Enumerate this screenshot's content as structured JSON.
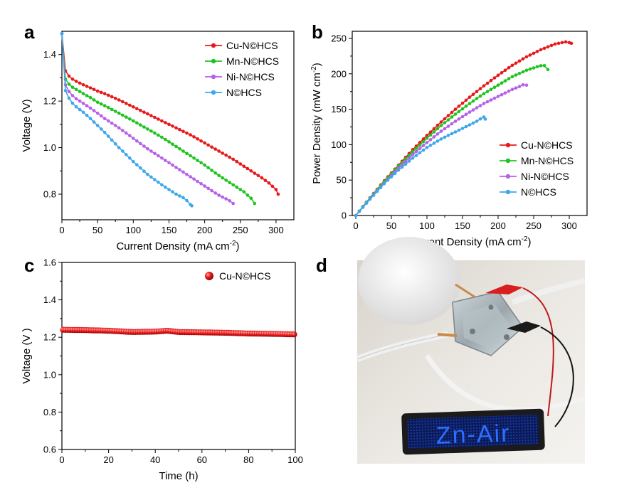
{
  "panel_letters": {
    "a": "a",
    "b": "b",
    "c": "c",
    "d": "d"
  },
  "chart_data": [
    {
      "id": "a",
      "type": "line",
      "xlabel": "Current Density (mA cm",
      "xlabel_sup": "-2",
      "xlabel_end": ")",
      "ylabel": "Voltage (V)",
      "xlim": [
        0,
        325
      ],
      "ylim": [
        0.69,
        1.5
      ],
      "xticks": [
        0,
        50,
        100,
        150,
        200,
        250,
        300
      ],
      "yticks": [
        0.8,
        1.0,
        1.2,
        1.4
      ],
      "ytick_labels": [
        "0.8",
        "1.0",
        "1.2",
        "1.4"
      ],
      "legend": "top-right",
      "series": [
        {
          "name": "Cu-N©HCS",
          "color": "#e8191b",
          "x": [
            0,
            1,
            2,
            3,
            5,
            8,
            12,
            20,
            30,
            40,
            50,
            60,
            80,
            100,
            120,
            140,
            160,
            180,
            200,
            220,
            240,
            260,
            280,
            290,
            300,
            303
          ],
          "y": [
            1.49,
            1.42,
            1.37,
            1.345,
            1.33,
            1.315,
            1.3,
            1.285,
            1.27,
            1.257,
            1.243,
            1.232,
            1.205,
            1.175,
            1.145,
            1.115,
            1.085,
            1.055,
            1.02,
            0.985,
            0.95,
            0.91,
            0.87,
            0.848,
            0.82,
            0.8
          ]
        },
        {
          "name": "Mn-N©HCS",
          "color": "#1ec41e",
          "x": [
            0,
            1,
            2,
            3,
            5,
            8,
            12,
            20,
            30,
            40,
            50,
            60,
            80,
            100,
            120,
            140,
            160,
            180,
            200,
            220,
            240,
            255,
            262,
            268,
            270
          ],
          "y": [
            1.49,
            1.4,
            1.34,
            1.315,
            1.295,
            1.28,
            1.265,
            1.25,
            1.232,
            1.215,
            1.195,
            1.18,
            1.148,
            1.115,
            1.08,
            1.045,
            1.005,
            0.965,
            0.925,
            0.88,
            0.84,
            0.81,
            0.79,
            0.775,
            0.76
          ]
        },
        {
          "name": "Ni-N©HCS",
          "color": "#b760e8",
          "x": [
            0,
            1,
            2,
            3,
            5,
            8,
            12,
            20,
            30,
            40,
            50,
            60,
            80,
            100,
            120,
            140,
            160,
            180,
            200,
            220,
            230,
            236,
            240
          ],
          "y": [
            1.49,
            1.38,
            1.31,
            1.29,
            1.27,
            1.25,
            1.232,
            1.21,
            1.19,
            1.17,
            1.148,
            1.125,
            1.085,
            1.04,
            0.995,
            0.955,
            0.915,
            0.875,
            0.835,
            0.795,
            0.78,
            0.77,
            0.76
          ]
        },
        {
          "name": "N©HCS",
          "color": "#3da7ea",
          "x": [
            0,
            1,
            2,
            3,
            5,
            8,
            12,
            20,
            30,
            40,
            50,
            60,
            80,
            100,
            120,
            140,
            160,
            170,
            176,
            180,
            182
          ],
          "y": [
            1.49,
            1.36,
            1.29,
            1.265,
            1.245,
            1.225,
            1.2,
            1.175,
            1.152,
            1.125,
            1.095,
            1.065,
            1.0,
            0.94,
            0.885,
            0.84,
            0.8,
            0.785,
            0.77,
            0.755,
            0.75
          ]
        }
      ]
    },
    {
      "id": "b",
      "type": "line",
      "xlabel": "Current Density (mA cm",
      "xlabel_sup": "-2",
      "xlabel_end": ")",
      "ylabel": "Power Density (mW cm",
      "ylabel_sup": "-2",
      "ylabel_end": ")",
      "xlim": [
        -5,
        325
      ],
      "ylim": [
        0,
        260
      ],
      "xticks": [
        0,
        50,
        100,
        150,
        200,
        250,
        300
      ],
      "yticks": [
        0,
        50,
        100,
        150,
        200,
        250
      ],
      "ytick_labels": [
        "0",
        "50",
        "100",
        "150",
        "200",
        "250"
      ],
      "legend": "bottom-right",
      "series": [
        {
          "name": "Cu-N©HCS",
          "color": "#e8191b",
          "x": [
            0,
            20,
            40,
            60,
            80,
            100,
            120,
            140,
            160,
            180,
            200,
            220,
            240,
            260,
            280,
            295,
            300,
            303
          ],
          "y": [
            0,
            25,
            49,
            71,
            93,
            113,
            132,
            150,
            167,
            183,
            198,
            212,
            224,
            234,
            242,
            245,
            244,
            243
          ]
        },
        {
          "name": "Mn-N©HCS",
          "color": "#1ec41e",
          "x": [
            0,
            20,
            40,
            60,
            80,
            100,
            120,
            140,
            160,
            180,
            200,
            220,
            240,
            255,
            262,
            268,
            270
          ],
          "y": [
            0,
            25,
            48,
            70,
            90,
            109,
            127,
            143,
            158,
            172,
            184,
            196,
            205,
            210,
            212,
            211,
            206
          ]
        },
        {
          "name": "Ni-N©HCS",
          "color": "#b760e8",
          "x": [
            0,
            20,
            40,
            60,
            80,
            100,
            120,
            140,
            160,
            180,
            200,
            220,
            230,
            236,
            240
          ],
          "y": [
            0,
            24,
            46,
            67,
            86,
            103,
            119,
            133,
            146,
            158,
            168,
            178,
            182,
            185,
            184
          ]
        },
        {
          "name": "N©HCS",
          "color": "#3da7ea",
          "x": [
            0,
            20,
            40,
            60,
            80,
            100,
            120,
            140,
            160,
            170,
            176,
            180,
            182
          ],
          "y": [
            0,
            23,
            45,
            64,
            81,
            96,
            108,
            118,
            128,
            133,
            137,
            139,
            136
          ]
        }
      ]
    },
    {
      "id": "c",
      "type": "scatter",
      "xlabel": "Time (h)",
      "ylabel": "Voltage (V )",
      "xlim": [
        0,
        100
      ],
      "ylim": [
        0.6,
        1.6
      ],
      "xticks": [
        0,
        20,
        40,
        60,
        80,
        100
      ],
      "yticks": [
        0.6,
        0.8,
        1.0,
        1.2,
        1.4,
        1.6
      ],
      "ytick_labels": [
        "0.6",
        "0.8",
        "1.0",
        "1.2",
        "1.4",
        "1.6"
      ],
      "legend": "top-right",
      "series": [
        {
          "name": "Cu-N©HCS",
          "color": "#e8191b",
          "x_start": 0.5,
          "x_end": 99.5,
          "step": 1,
          "y_profile_x": [
            0,
            10,
            20,
            30,
            40,
            45,
            50,
            60,
            70,
            80,
            90,
            100
          ],
          "y_profile_y": [
            1.24,
            1.238,
            1.235,
            1.228,
            1.23,
            1.235,
            1.228,
            1.226,
            1.224,
            1.22,
            1.218,
            1.215
          ]
        }
      ]
    }
  ],
  "photo": {
    "display_text": "Zn-Air",
    "led_color": "#2d6dff"
  }
}
